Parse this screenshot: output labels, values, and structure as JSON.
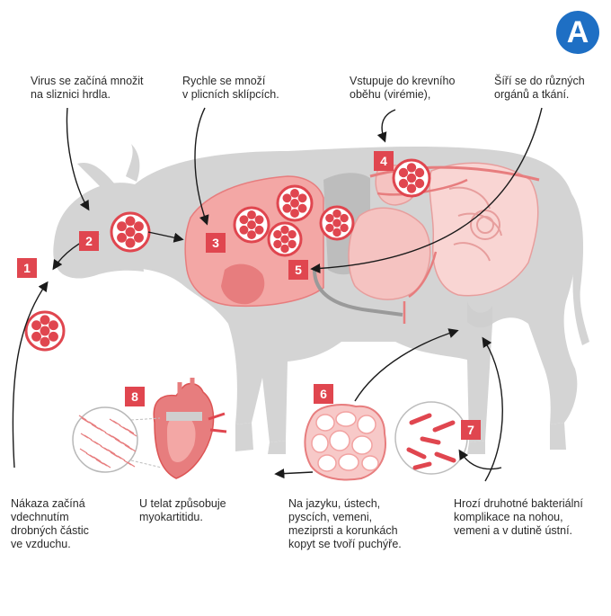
{
  "logo": {
    "letter": "A",
    "color": "#1e6fc4"
  },
  "steps": [
    {
      "number": "1",
      "lines": [
        "Nákaza začíná",
        "vdechnutím",
        "drobných částic",
        "ve vzduchu."
      ]
    },
    {
      "number": "2",
      "lines": [
        "Virus se začíná množit",
        "na sliznici hrdla."
      ]
    },
    {
      "number": "3",
      "lines": [
        "Rychle se množí",
        "v plicních sklípcích."
      ]
    },
    {
      "number": "4",
      "lines": [
        "Vstupuje do krevního",
        "oběhu (virémie),"
      ]
    },
    {
      "number": "5",
      "lines": [
        "Šíří se do různých",
        "orgánů a tkání."
      ]
    },
    {
      "number": "6",
      "lines": [
        "Na jazyku, ústech,",
        "pyscích, vemeni,",
        "meziprsti a korunkách",
        "kopyt se tvoří puchýře."
      ]
    },
    {
      "number": "7",
      "lines": [
        "Hrozí druhotné bakteriální",
        "komplikace na nohou,",
        "vemeni a v dutině ústní."
      ]
    },
    {
      "number": "8",
      "lines": [
        "U telat způsobuje",
        "myokartitidu."
      ]
    }
  ],
  "colors": {
    "accent": "#e0464f",
    "cow": "#d3d3d3",
    "organ": "#f3a7a5",
    "organ_dark": "#e77d7e",
    "virus": "#e0464f"
  }
}
